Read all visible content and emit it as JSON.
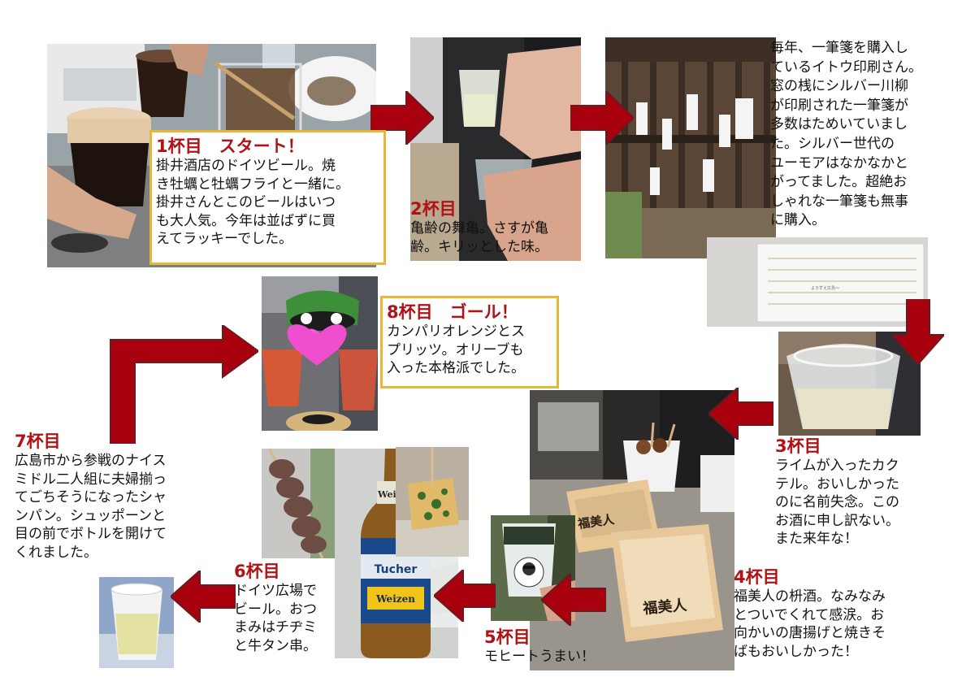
{
  "colors": {
    "arrow": "#a8000d",
    "arrow_edge": "#6b1a22",
    "title_red": "#b01216",
    "box_border": "#e7b73a"
  },
  "cups": [
    {
      "title": "1杯目　スタート！",
      "body": "掛井酒店のドイツビール。焼\nき牡蠣と牡蠣フライと一緒に。\n掛井さんとこのビールはいつ\nも大人気。今年は並ばずに買\nえてラッキーでした。"
    },
    {
      "title": "2杯目",
      "body": "亀齢の舞亀。さすが亀\n齢。キリッとした味。"
    },
    {
      "title": "",
      "body": "毎年、一筆箋を購入し\nているイトウ印刷さん。\n窓の桟にシルバー川柳\nが印刷された一筆箋が\n多数はためいていまし\nた。シルバー世代の\nユーモアはなかなかと\nがってました。超絶お\nしゃれな一筆箋も無事\nに購入。"
    },
    {
      "title": "3杯目",
      "body": "ライムが入ったカク\nテル。おいしかった\nのに名前失念。この\nお酒に申し訳ない。\nまた来年な！"
    },
    {
      "title": "4杯目",
      "body": "福美人の枡酒。なみなみ\nとついでくれて感涙。お\n向かいの唐揚げと焼きそ\nばもおいしかった！"
    },
    {
      "title": "5杯目",
      "body": "モヒートうまい！"
    },
    {
      "title": "6杯目",
      "body": "ドイツ広場で\nビール。おつ\nまみはチヂミ\nと牛タン串。"
    },
    {
      "title": "7杯目",
      "body": "広島市から参戦のナイス\nミドル二人組に夫婦揃っ\nてごちそうになったシャ\nンパン。シュッポーンと\n目の前でボトルを開けて\nくれました。"
    },
    {
      "title": "8杯目　ゴール！",
      "body": "カンパリオレンジとス\nプリッツ。オリーブも\n入った本格派でした。"
    }
  ],
  "labels": {
    "masu_brand": "福美人",
    "beer_brand": "Tucher",
    "beer_variety": "Weizen",
    "card_line": "よろずえ広島〜"
  }
}
